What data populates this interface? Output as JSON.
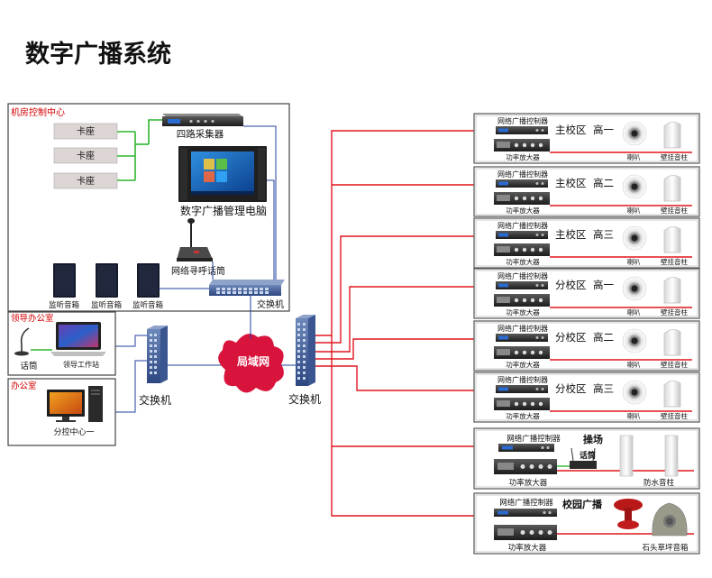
{
  "title": "数字广播系统",
  "colors": {
    "red": "#e0161f",
    "green": "#2db52d",
    "blue": "#1f3f9e",
    "gray_line": "#555555",
    "cloud": "#d9143c",
    "zone_text": "#000000",
    "room_label": "#d40000"
  },
  "control_room": {
    "label": "机房控制中心",
    "cards": [
      "卡座",
      "卡座",
      "卡座"
    ],
    "collector": "四路采集器",
    "computer": "数字广播管理电脑",
    "paging": "网络寻呼话筒",
    "monitors": [
      "监听音箱",
      "监听音箱",
      "监听音箱"
    ],
    "switch": "交换机"
  },
  "leader_office": {
    "label": "领导办公室",
    "mic": "话筒",
    "workstation": "领导工作站"
  },
  "office": {
    "label": "办公室",
    "sub_center": "分控中心一"
  },
  "left_switch": "交换机",
  "lan": "局域网",
  "center_switch": "交换机",
  "zones": [
    {
      "controller": "网络广播控制器",
      "amp": "功率放大器",
      "campus": "主校区",
      "grade": "高一",
      "horn": "喇叭",
      "column": "壁挂音柱"
    },
    {
      "controller": "网络广播控制器",
      "amp": "功率放大器",
      "campus": "主校区",
      "grade": "高二",
      "horn": "喇叭",
      "column": "壁挂音柱"
    },
    {
      "controller": "网络广播控制器",
      "amp": "功率放大器",
      "campus": "主校区",
      "grade": "高三",
      "horn": "喇叭",
      "column": "壁挂音柱"
    },
    {
      "controller": "网络广播控制器",
      "amp": "功率放大器",
      "campus": "分校区",
      "grade": "高一",
      "horn": "喇叭",
      "column": "壁挂音柱"
    },
    {
      "controller": "网络广播控制器",
      "amp": "功率放大器",
      "campus": "分校区",
      "grade": "高二",
      "horn": "喇叭",
      "column": "壁挂音柱"
    },
    {
      "controller": "网络广播控制器",
      "amp": "功率放大器",
      "campus": "分校区",
      "grade": "高三",
      "horn": "喇叭",
      "column": "壁挂音柱"
    }
  ],
  "playground": {
    "controller": "网络广播控制器",
    "amp": "功率放大器",
    "name": "操场",
    "mic": "话筒",
    "column": "防水音柱"
  },
  "campus_broadcast": {
    "controller": "网络广播控制器",
    "amp": "功率放大器",
    "name": "校园广播",
    "speaker": "石头草坪音箱"
  }
}
